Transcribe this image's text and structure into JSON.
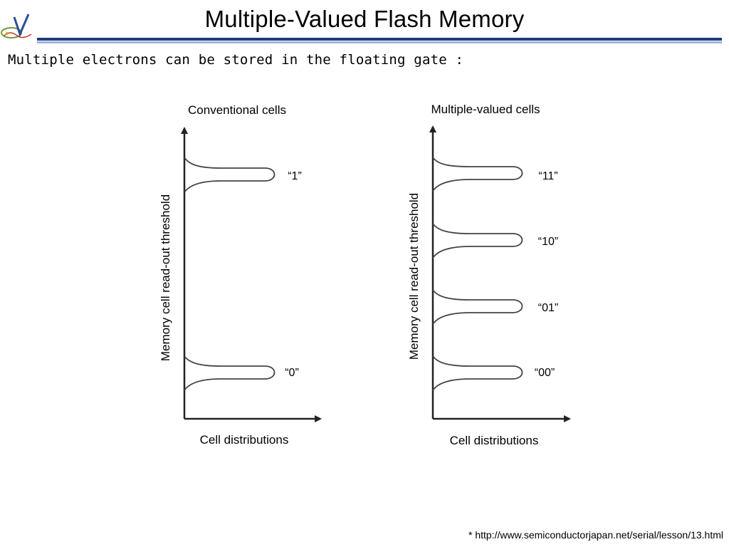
{
  "slide": {
    "title": "Multiple-Valued Flash Memory",
    "subtitle": "Multiple electrons can be stored in the floating gate :"
  },
  "left_panel": {
    "title": "Conventional cells",
    "y_axis_label": "Memory cell read-out threshold",
    "x_axis_label": "Cell distributions",
    "levels": [
      "“1”",
      "“0”"
    ]
  },
  "right_panel": {
    "title": "Multiple-valued cells",
    "y_axis_label": "Memory cell read-out threshold",
    "x_axis_label": "Cell distributions",
    "levels": [
      "“11”",
      "“10”",
      "“01”",
      "“00”"
    ]
  },
  "footer": {
    "source": "* http://www.semiconductorjapan.net/serial/lesson/13.html"
  },
  "colors": {
    "rule_dark": "#1f3b7a",
    "rule_light": "#9fb4dc"
  },
  "icons": {
    "logo": "institution-logo-icon"
  }
}
